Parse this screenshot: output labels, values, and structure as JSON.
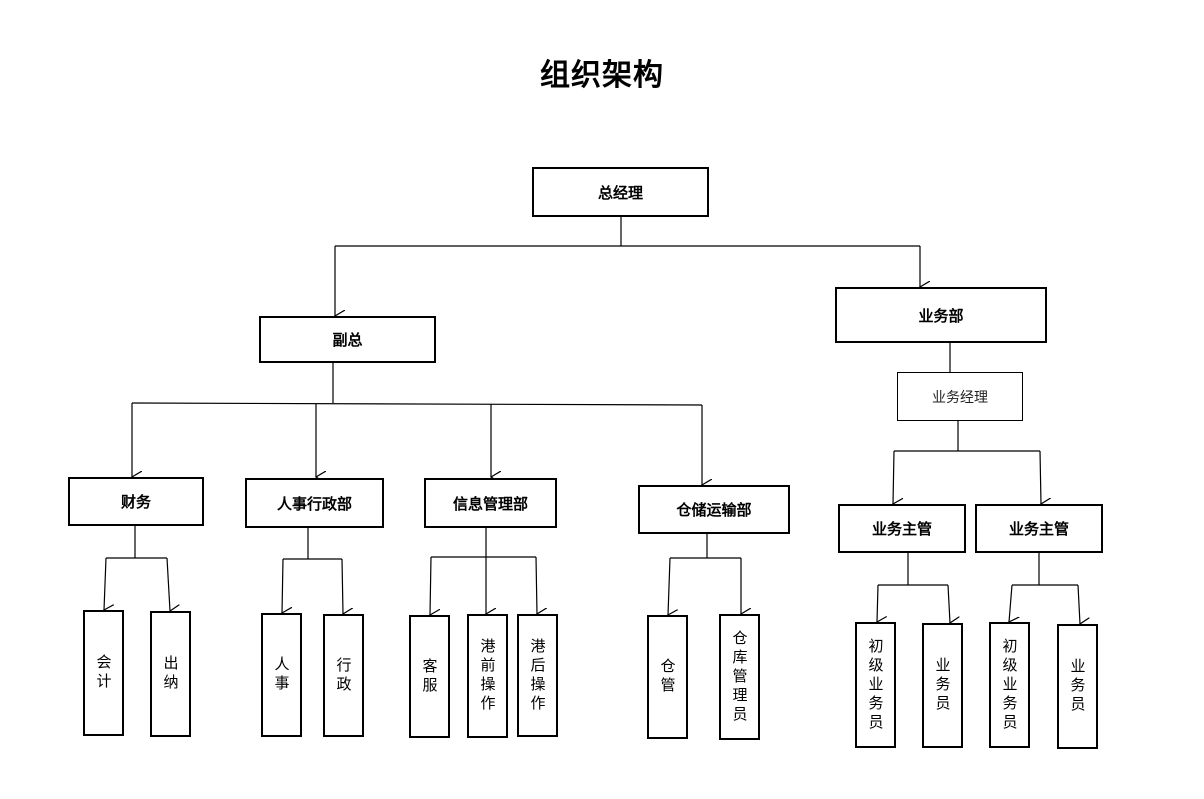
{
  "title": "组织架构",
  "nodes": {
    "ceo": "总经理",
    "vp": "副总",
    "biz_dept": "业务部",
    "biz_mgr": "业务经理",
    "finance": "财务",
    "hr_admin": "人事行政部",
    "info_mgmt": "信息管理部",
    "warehouse": "仓储运输部",
    "biz_sup_1": "业务主管",
    "biz_sup_2": "业务主管",
    "accounting": "会计",
    "cashier": "出纳",
    "hr": "人事",
    "admin": "行政",
    "cs": "客服",
    "pre_port": "港前操作",
    "post_port": "港后操作",
    "wh_keeper": "仓管",
    "wh_admin": "仓库管理员",
    "jr_sales_1": "初级业务员",
    "sales_1": "业务员",
    "jr_sales_2": "初级业务员",
    "sales_2": "业务员"
  }
}
